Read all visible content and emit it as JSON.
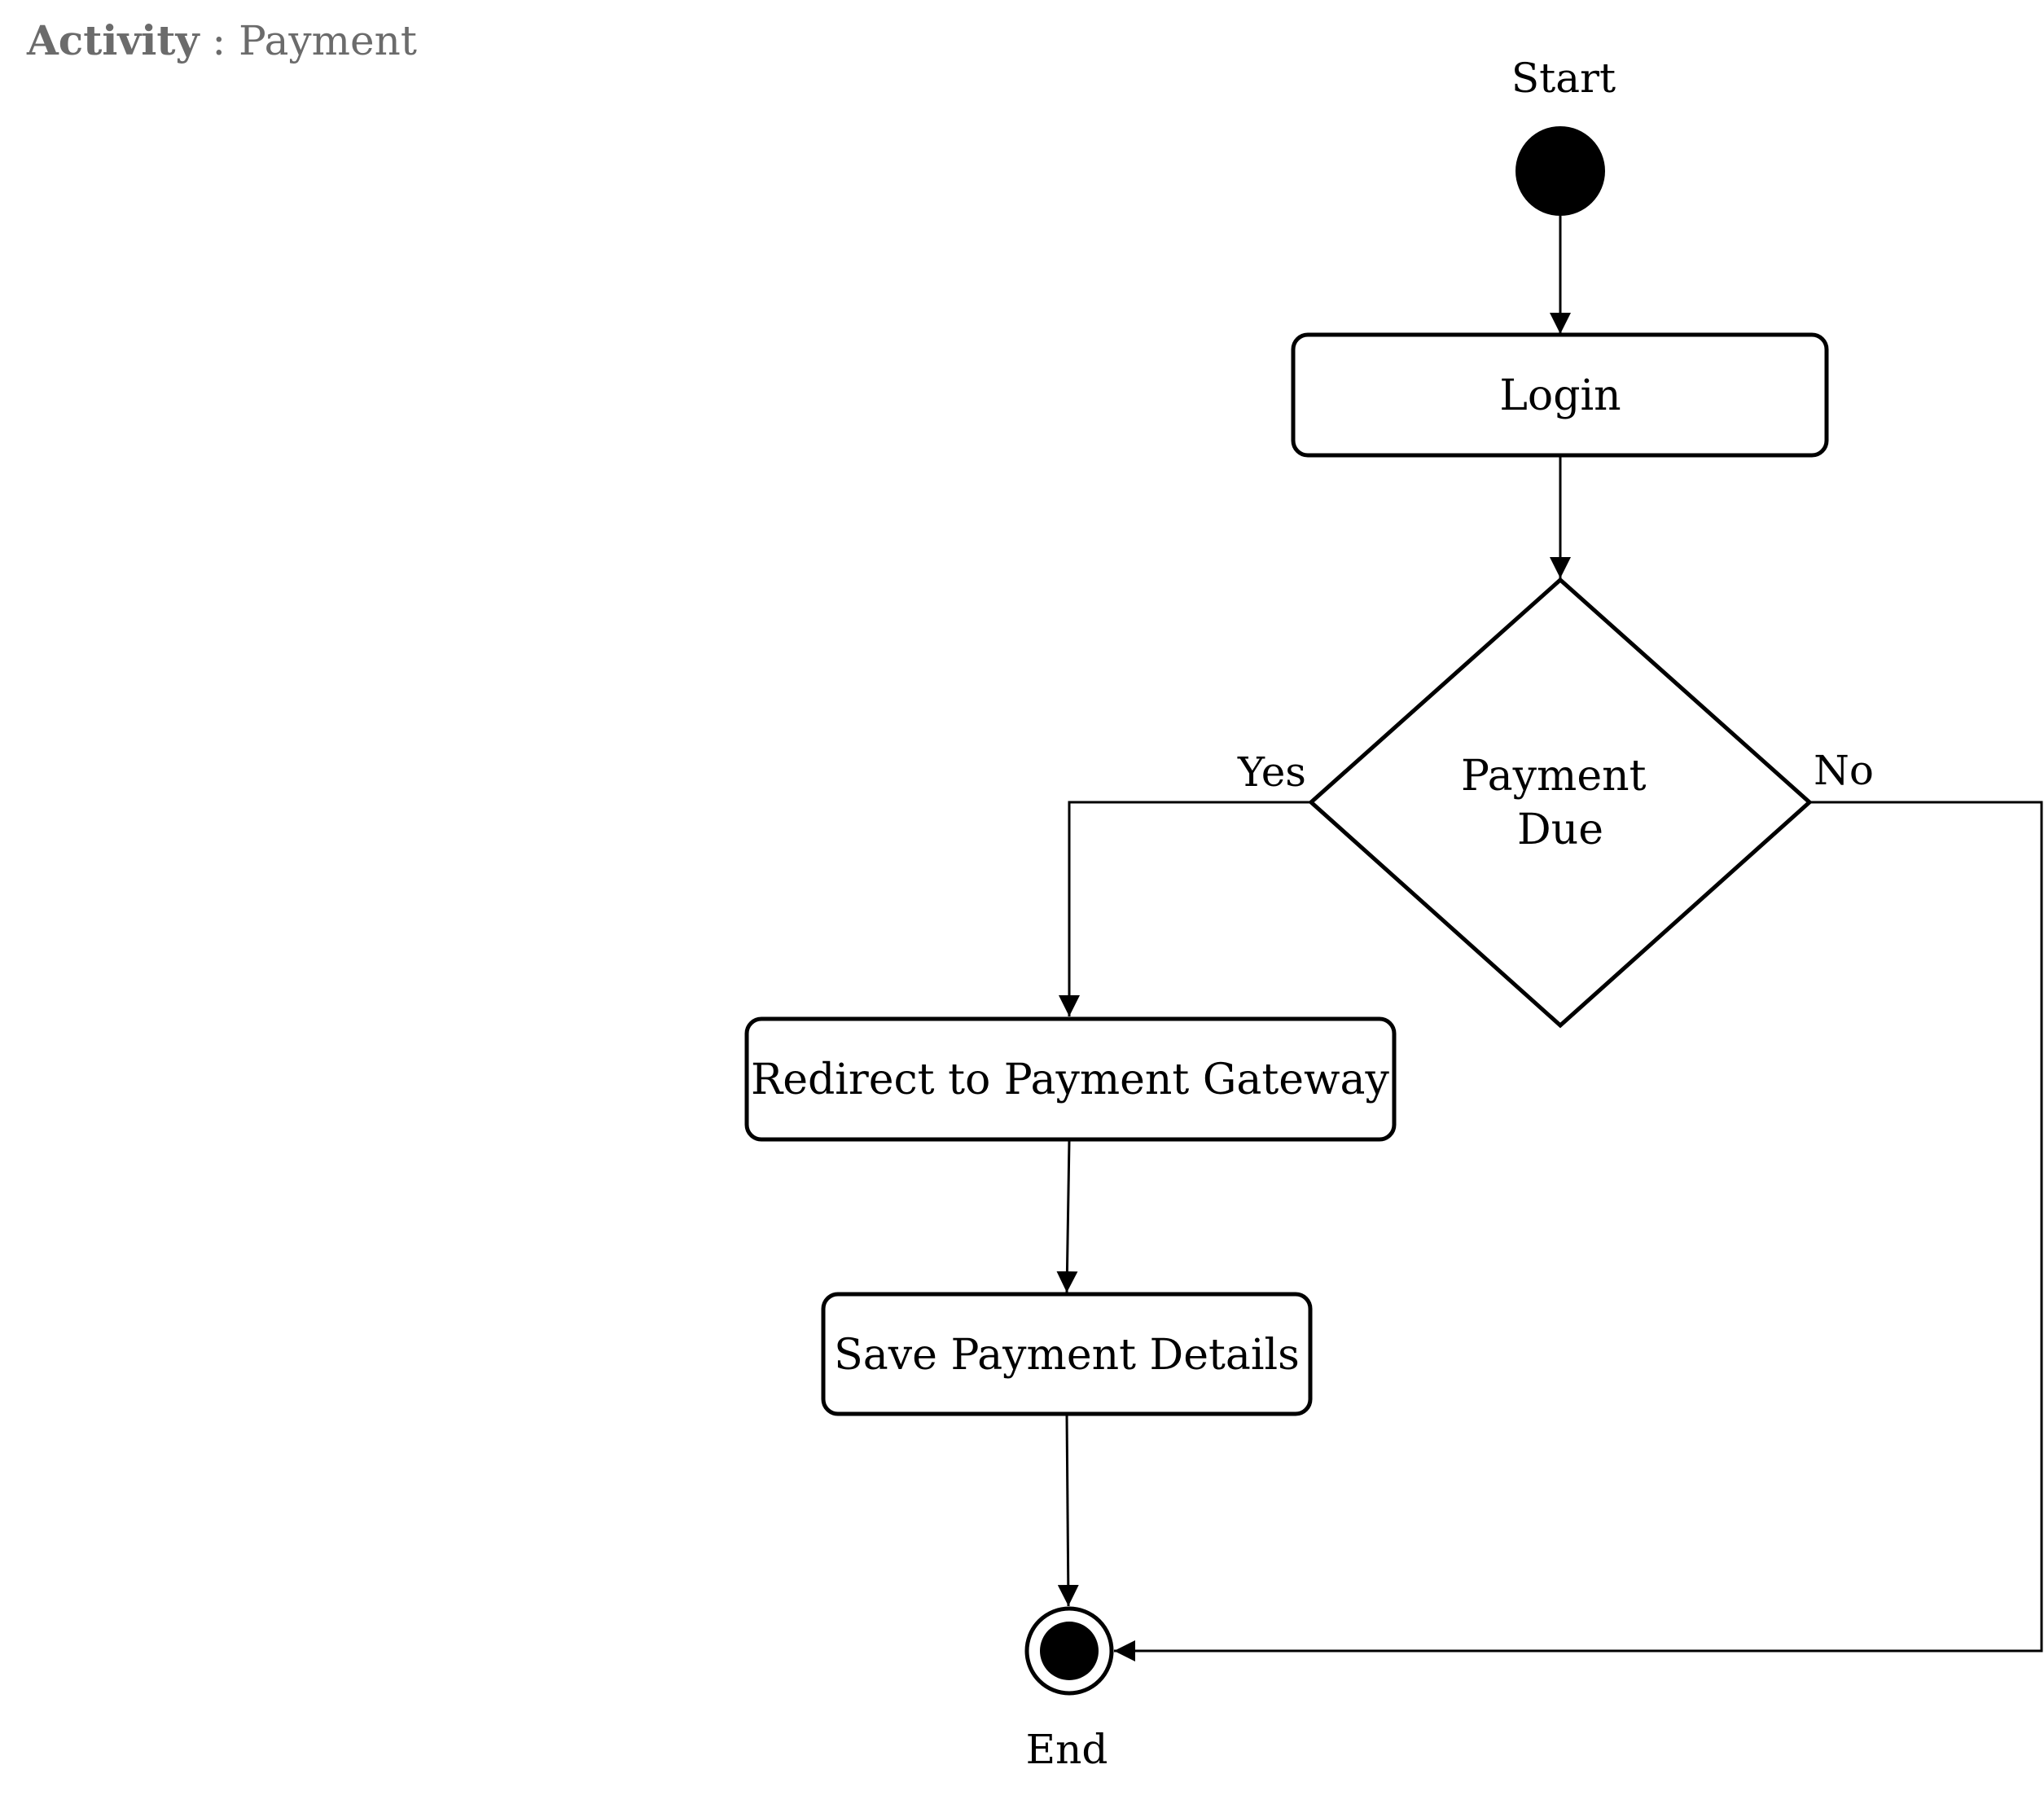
{
  "title": {
    "keyword": "Activity",
    "separator": " : ",
    "name": "Payment"
  },
  "nodes": {
    "start": {
      "label": "Start"
    },
    "login": {
      "label": "Login"
    },
    "decision": {
      "label_line1": "Payment",
      "label_line2": "Due"
    },
    "redirect": {
      "label": "Redirect to Payment Gateway"
    },
    "save": {
      "label": "Save Payment Details"
    },
    "end": {
      "label": "End"
    }
  },
  "edges": {
    "yes_label": "Yes",
    "no_label": "No"
  },
  "colors": {
    "stroke": "#000000",
    "title_text": "#6b6b6b",
    "background": "#ffffff"
  }
}
